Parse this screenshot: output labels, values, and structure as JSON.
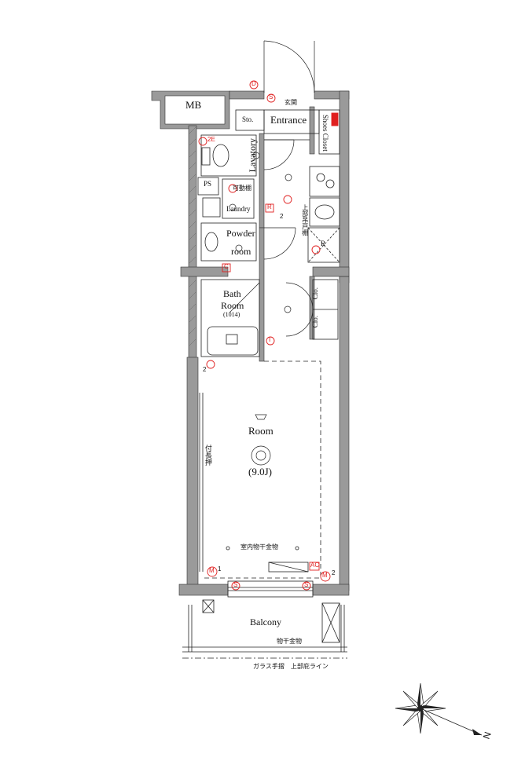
{
  "rooms": {
    "mb": "MB",
    "sto": "Sto.",
    "entrance": "Entrance",
    "entrance_jp": "玄関",
    "shoes_closet": "Shoes Closet",
    "lavatory": "Lavatory",
    "ps": "PS",
    "fixed_shelf": "可動棚",
    "laundry": "Laundry",
    "upper_cabinet": "上部吊戸棚",
    "refrigerator": "R",
    "powder_room_1": "Powder",
    "powder_room_2": "room",
    "bath_1": "Bath",
    "bath_2": "Room",
    "bath_size": "(1014)",
    "closet_a": "Clo.",
    "closet_b": "Clo.",
    "main_room": "Room",
    "main_room_size": "(9.0J)",
    "furniture_note": "付長押",
    "indoor_drying": "室内物干金物",
    "balcony": "Balcony",
    "outdoor_drying": "物干金物",
    "railing_note": "ガラス手摺　上部庇ライン"
  },
  "symbols": {
    "d": "D",
    "s": "S",
    "c": "C",
    "i": "I",
    "r": "R",
    "m": "M",
    "ac": "AC",
    "two": "2",
    "one": "1",
    "two_e": "2E"
  },
  "compass": {
    "north": "N"
  },
  "colors": {
    "wall": "#9a9a9a",
    "line": "#222222",
    "accent": "#e02020"
  }
}
